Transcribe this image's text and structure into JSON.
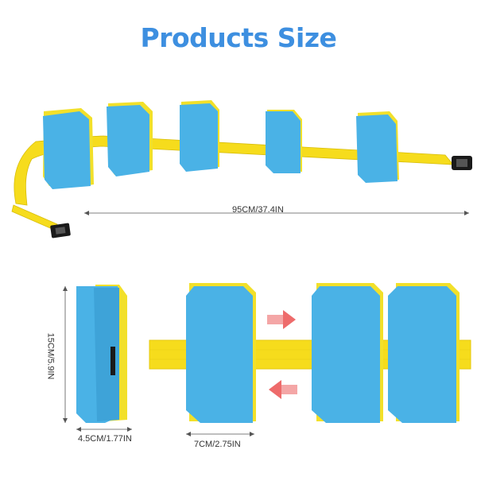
{
  "title": "Products Size",
  "dimensions": {
    "total_length": "95CM/37.4IN",
    "height": "15CM/5.9IN",
    "thickness": "4.5CM/1.77IN",
    "width": "7CM/2.75IN"
  },
  "colors": {
    "title": "#3d8fe0",
    "foam_blue": "#4ab2e6",
    "foam_yellow": "#f2e02a",
    "strap": "#f6dc1c",
    "buckle": "#1a1a1a",
    "arrow": "#ee6b6b",
    "dim_line": "#555555"
  }
}
